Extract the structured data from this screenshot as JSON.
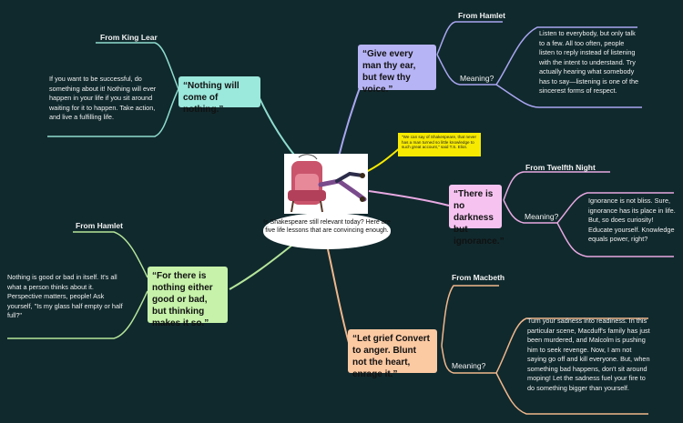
{
  "center": {
    "question": "Is Shakespeare still relevant today? Here are five life lessons that are convincing enough."
  },
  "note": {
    "text": "\"We can say of Shakespeare, that never has a man turned so little knowledge to such great account,\" said T.S. Eliot."
  },
  "lessons": [
    {
      "quote": "“Give every man thy ear, but few thy voice.”",
      "source": "From Hamlet",
      "meaning_label": "Meaning?",
      "meaning": "Listen to everybody, but only talk to a few. All too often, people listen to reply instead of listening with the intent to understand. Try actually hearing what somebody has to say—listening is one of the sincerest forms of respect.",
      "color": "#b7b4f5"
    },
    {
      "quote": "“Nothing will come of nothing.”",
      "source": "From King Lear",
      "meaning": "If you want to be successful, do something about it! Nothing will ever happen in your life if you sit around waiting for it to happen. Take action, and live a fulfilling life.",
      "color": "#9be8dc"
    },
    {
      "quote": "“There is no darkness but ignorance.”",
      "source": "From Twelfth Night",
      "meaning_label": "Meaning?",
      "meaning": "Ignorance is not bliss. Sure, ignorance has its place in life. But, so does curiosity! Educate yourself. Knowledge equals power, right?",
      "color": "#f6c3f1"
    },
    {
      "quote": "“For there is nothing either good or bad, but thinking makes it so.”",
      "source": "From Hamlet",
      "meaning": "Nothing is good or bad in itself. It's all what a person thinks about it. Perspective matters, people! Ask yourself, \"Is my glass half empty or half full?\"",
      "color": "#c6f2aa"
    },
    {
      "quote": "“Let grief Convert to anger. Blunt not the heart, enrage it.”",
      "source": "From Macbeth",
      "meaning_label": "Meaning?",
      "meaning": "Turn your sadness into readiness. In this particular scene, Macduff's family has just been murdered, and Malcolm is pushing him to seek revenge. Now, I am not saying go off and kill everyone. But, when something bad happens, don't sit around moping! Let the sadness fuel your fire to do something bigger than yourself.",
      "color": "#fbc9a2"
    }
  ],
  "colors": {
    "background": "#10292d",
    "note": "#f7ea00",
    "branch_hamlet1": "#a9a6f0",
    "branch_lear": "#8fdccf",
    "branch_twelfth": "#e8a9e2",
    "branch_hamlet2": "#b5e59a",
    "branch_macbeth": "#f0b78c"
  }
}
